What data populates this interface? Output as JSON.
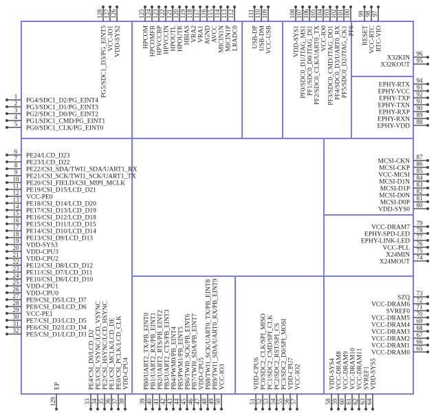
{
  "colors": {
    "box": "#7a7af0",
    "pin": "#555555",
    "text": "#222222"
  },
  "left_pins": [
    {
      "num": "1",
      "label": "PG4/SDC1_D2/PG_EINT4"
    },
    {
      "num": "2",
      "label": "PG3/SDC1_D1/PG_EINT3"
    },
    {
      "num": "3",
      "label": "PG2/SDC1_D0/PG_EINT2"
    },
    {
      "num": "4",
      "label": "PG1/SDC1_CMD/PG_EINT1"
    },
    {
      "num": "5",
      "label": "PG0/SDC1_CLK/PG_EINT0"
    },
    {
      "num": "6",
      "label": "PE24/LCD_D23"
    },
    {
      "num": "7",
      "label": "PE23/LCD_D22"
    },
    {
      "num": "8",
      "label": "PE22/CSI_SDA/TWI1_SDA/UART1_RX"
    },
    {
      "num": "9",
      "label": "PE21/CSI_SCK/TWI1_SCK/UART1_TX"
    },
    {
      "num": "10",
      "label": "PE20/CSI_FIELD/CSI_MIPI_MCLK"
    },
    {
      "num": "11",
      "label": "PE19/CSI_D15/LCD_D21"
    },
    {
      "num": "12",
      "label": "VCC-PE0"
    },
    {
      "num": "13",
      "label": "PE18/CSI_D14/LCD_D20"
    },
    {
      "num": "14",
      "label": "PE17/CSI_D13/LCD_D19"
    },
    {
      "num": "15",
      "label": "PE16/CSI_D12/LCD_D18"
    },
    {
      "num": "16",
      "label": "PE15/CSI_D11/LCD_D15"
    },
    {
      "num": "17",
      "label": "PE14/CSI_D10/LCD_D14"
    },
    {
      "num": "18",
      "label": "PE13/CSI_D9/LCD_D13"
    },
    {
      "num": "19",
      "label": "VDD-SYS3"
    },
    {
      "num": "20",
      "label": "VDD-CPU3"
    },
    {
      "num": "21",
      "label": "VDD-CPU2"
    },
    {
      "num": "22",
      "label": "PE12/CSI_D8/LCD_D12"
    },
    {
      "num": "23",
      "label": "PE11/CSI_D7/LCD_D11"
    },
    {
      "num": "24",
      "label": "PE10/CSI_D6/LCD_D10"
    },
    {
      "num": "25",
      "label": "VDD-CPU1"
    },
    {
      "num": "26",
      "label": "VDD-CPU0"
    },
    {
      "num": "27",
      "label": "PE9/CSI_D5/LCD_D7"
    },
    {
      "num": "28",
      "label": "PE8/CSI_D4/LCD_D6"
    },
    {
      "num": "29",
      "label": "VCC-PE1"
    },
    {
      "num": "30",
      "label": "PE7/CSI_D3/LCD_D5"
    },
    {
      "num": "31",
      "label": "PE6/CSI_D2/LCD_D4"
    },
    {
      "num": "32",
      "label": "PE5/CSI_D1/LCD_D3"
    }
  ],
  "bottom_pins": [
    {
      "num": "129",
      "label": "EP"
    },
    {
      "num": "33",
      "label": "PE4/CSI_D0/LCD_D2"
    },
    {
      "num": "34",
      "label": "PE3/CSI_VSYNC/LCD_VSYNC"
    },
    {
      "num": "35",
      "label": "PE2/CSI_HSYNC/LCD_HSYNC"
    },
    {
      "num": "36",
      "label": "PE1/CSI_MCLK/LCD_DE"
    },
    {
      "num": "37",
      "label": "PE0/CSI_PCLK/LCD_CLK"
    },
    {
      "num": "38",
      "label": "VDD-CPU4"
    },
    {
      "num": "39",
      "label": "PB0/UART2_TX/PB_EINT0"
    },
    {
      "num": "40",
      "label": "PB1/UART2_RX/PB_EINT1"
    },
    {
      "num": "41",
      "label": "PB2/UART2_RTS/PB_EINT2"
    },
    {
      "num": "42",
      "label": "PB3/UART2_CTS/PB_EINT3"
    },
    {
      "num": "43",
      "label": "PB4/PWM0/PB_EINT4"
    },
    {
      "num": "44",
      "label": "PB5/PWM1/PB_EINT5"
    },
    {
      "num": "45",
      "label": "PB6/TWI0_SCK/PB_EINT6"
    },
    {
      "num": "46",
      "label": "PB7/TWI0_SDA/PB_EINT7"
    },
    {
      "num": "47",
      "label": "VDD-CPU5"
    },
    {
      "num": "48",
      "label": "PB8/TWI1_SCK/UART0_TX/PB_EINT8"
    },
    {
      "num": "49",
      "label": "PB9/TWI1_SDA/UART0_RX/PB_EINT9"
    },
    {
      "num": "50",
      "label": "VCC-IO3"
    },
    {
      "num": "51",
      "label": "VDD-CPU6"
    },
    {
      "num": "52",
      "label": "PC0/SDC2_CLK/SPI_MISO"
    },
    {
      "num": "53",
      "label": "PC1/SDC2_CMD/SPI_CLK"
    },
    {
      "num": "54",
      "label": "PC2/SDC2_RST/SPI_CS"
    },
    {
      "num": "55",
      "label": "PC3/SDC2_D0/SPI_MOSI"
    },
    {
      "num": "56",
      "label": "VDD-CPU7"
    },
    {
      "num": "57",
      "label": "VCC-IO2"
    },
    {
      "num": "58",
      "label": "VDD-SYS4"
    },
    {
      "num": "59",
      "label": "VCC-DRAM8"
    },
    {
      "num": "60",
      "label": "VCC-DRAM9"
    },
    {
      "num": "61",
      "label": "VCC-DRAM10"
    },
    {
      "num": "62",
      "label": "VCC-DRAM11"
    },
    {
      "num": "63",
      "label": "SVREF1"
    },
    {
      "num": "64",
      "label": "VDD-SYS5"
    }
  ],
  "right_pins": [
    {
      "num": "65",
      "label": "VCC-DRAM0"
    },
    {
      "num": "66",
      "label": "VCC-DRAM1"
    },
    {
      "num": "67",
      "label": "VCC-DRAM2"
    },
    {
      "num": "68",
      "label": "VCC-DRAM3"
    },
    {
      "num": "69",
      "label": "VCC-DRAM4"
    },
    {
      "num": "70",
      "label": "VCC-DRAM5"
    },
    {
      "num": "71",
      "label": "SVREF0"
    },
    {
      "num": "72",
      "label": "VCC-DRAM6"
    },
    {
      "num": "73",
      "label": "SZQ"
    },
    {
      "num": "74",
      "label": "X24MOUT"
    },
    {
      "num": "75",
      "label": "X24MIN"
    },
    {
      "num": "76",
      "label": "VCC-PLL"
    },
    {
      "num": "77",
      "label": "EPHY-LINK-LED"
    },
    {
      "num": "78",
      "label": "EPHY-SPD-LED"
    },
    {
      "num": "79",
      "label": "VCC-DRAM7"
    },
    {
      "num": "80",
      "label": "VDD-SYS0"
    },
    {
      "num": "81",
      "label": "MCSI-D0P"
    },
    {
      "num": "82",
      "label": "MCSI-D0N"
    },
    {
      "num": "83",
      "label": "MCSI-D1P"
    },
    {
      "num": "84",
      "label": "MCSI-D1N"
    },
    {
      "num": "85",
      "label": "VCC-MCSI"
    },
    {
      "num": "86",
      "label": "MCSI-CKP"
    },
    {
      "num": "87",
      "label": "MCSI-CKN"
    },
    {
      "num": "88",
      "label": "EPHY-VDD"
    },
    {
      "num": "89",
      "label": "EPHY-RXN"
    },
    {
      "num": "90",
      "label": "EPHY-RXP"
    },
    {
      "num": "91",
      "label": "EPHY-TXN"
    },
    {
      "num": "92",
      "label": "EPHY-TXP"
    },
    {
      "num": "93",
      "label": "EPHY-VCC"
    },
    {
      "num": "94",
      "label": "EPHY-RTX"
    },
    {
      "num": "95",
      "label": "X32KOUT"
    },
    {
      "num": "96",
      "label": "X32KIN"
    }
  ],
  "top_pins": [
    {
      "num": "97",
      "label": "RTC-VIO"
    },
    {
      "num": "98",
      "label": "VCC-RTC"
    },
    {
      "num": "99",
      "label": "RESET"
    },
    {
      "num": "100",
      "label": "PF6"
    },
    {
      "num": "101",
      "label": "PF5/SDC0_D2/JTAG_CK1"
    },
    {
      "num": "102",
      "label": "PF4/SDC0_D3/UART0_RX"
    },
    {
      "num": "103",
      "label": "PF3/SDC0_CMD/JTAG_DO1"
    },
    {
      "num": "104",
      "label": "VCC-IO0"
    },
    {
      "num": "105",
      "label": "PF2/SDC0_CLK/UART0_TX"
    },
    {
      "num": "106",
      "label": "PF1/SDC0_D0/JTAG_DI1"
    },
    {
      "num": "107",
      "label": "PF0/SDC0_D1/JTAG_MS1"
    },
    {
      "num": "108",
      "label": "VDD-SYS1"
    },
    {
      "num": "109",
      "label": "VCC-USB"
    },
    {
      "num": "110",
      "label": "USB-DM"
    },
    {
      "num": "111",
      "label": "USB-DP"
    },
    {
      "num": "112",
      "label": "LRADC0"
    },
    {
      "num": "113",
      "label": "MICIN1P"
    },
    {
      "num": "114",
      "label": "MICIN1N"
    },
    {
      "num": "115",
      "label": "AVCC"
    },
    {
      "num": "116",
      "label": "AGND"
    },
    {
      "num": "117",
      "label": "VRA1"
    },
    {
      "num": "118",
      "label": "VRA2"
    },
    {
      "num": "119",
      "label": "HBIAS"
    },
    {
      "num": "120",
      "label": "HPOUTR"
    },
    {
      "num": "121",
      "label": "HPOUTL"
    },
    {
      "num": "122",
      "label": "HPVCCIN"
    },
    {
      "num": "123",
      "label": "HPVCCBP"
    },
    {
      "num": "124",
      "label": "HPCOMFB"
    },
    {
      "num": "125",
      "label": "HPCOM"
    },
    {
      "num": "126",
      "label": "VDD-SYS2"
    },
    {
      "num": "127",
      "label": "VCC-IO1"
    },
    {
      "num": "128",
      "label": "PG5/SDC1_D3/PG_EINT5"
    }
  ]
}
